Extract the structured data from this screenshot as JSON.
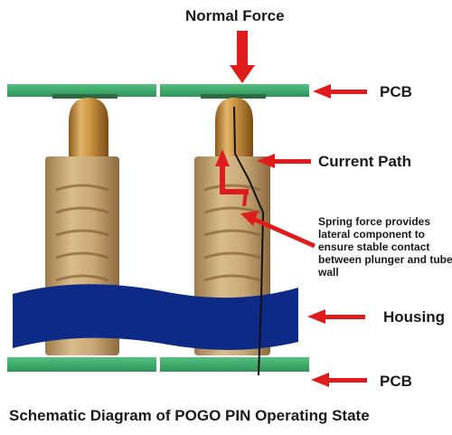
{
  "labels": {
    "normal_force": "Normal Force",
    "pcb_top": "PCB",
    "current_path": "Current Path",
    "spring_force": "Spring force provides lateral component to ensure stable contact between plunger and tube wall",
    "housing": "Housing",
    "pcb_bottom": "PCB"
  },
  "caption": "Schematic Diagram of POGO PIN Operating State",
  "colors": {
    "pcb": "#3aa86a",
    "housing": "#0d2b86",
    "brass": "#c8923f",
    "arrow": "#e01b1b",
    "current_line": "#111111"
  }
}
